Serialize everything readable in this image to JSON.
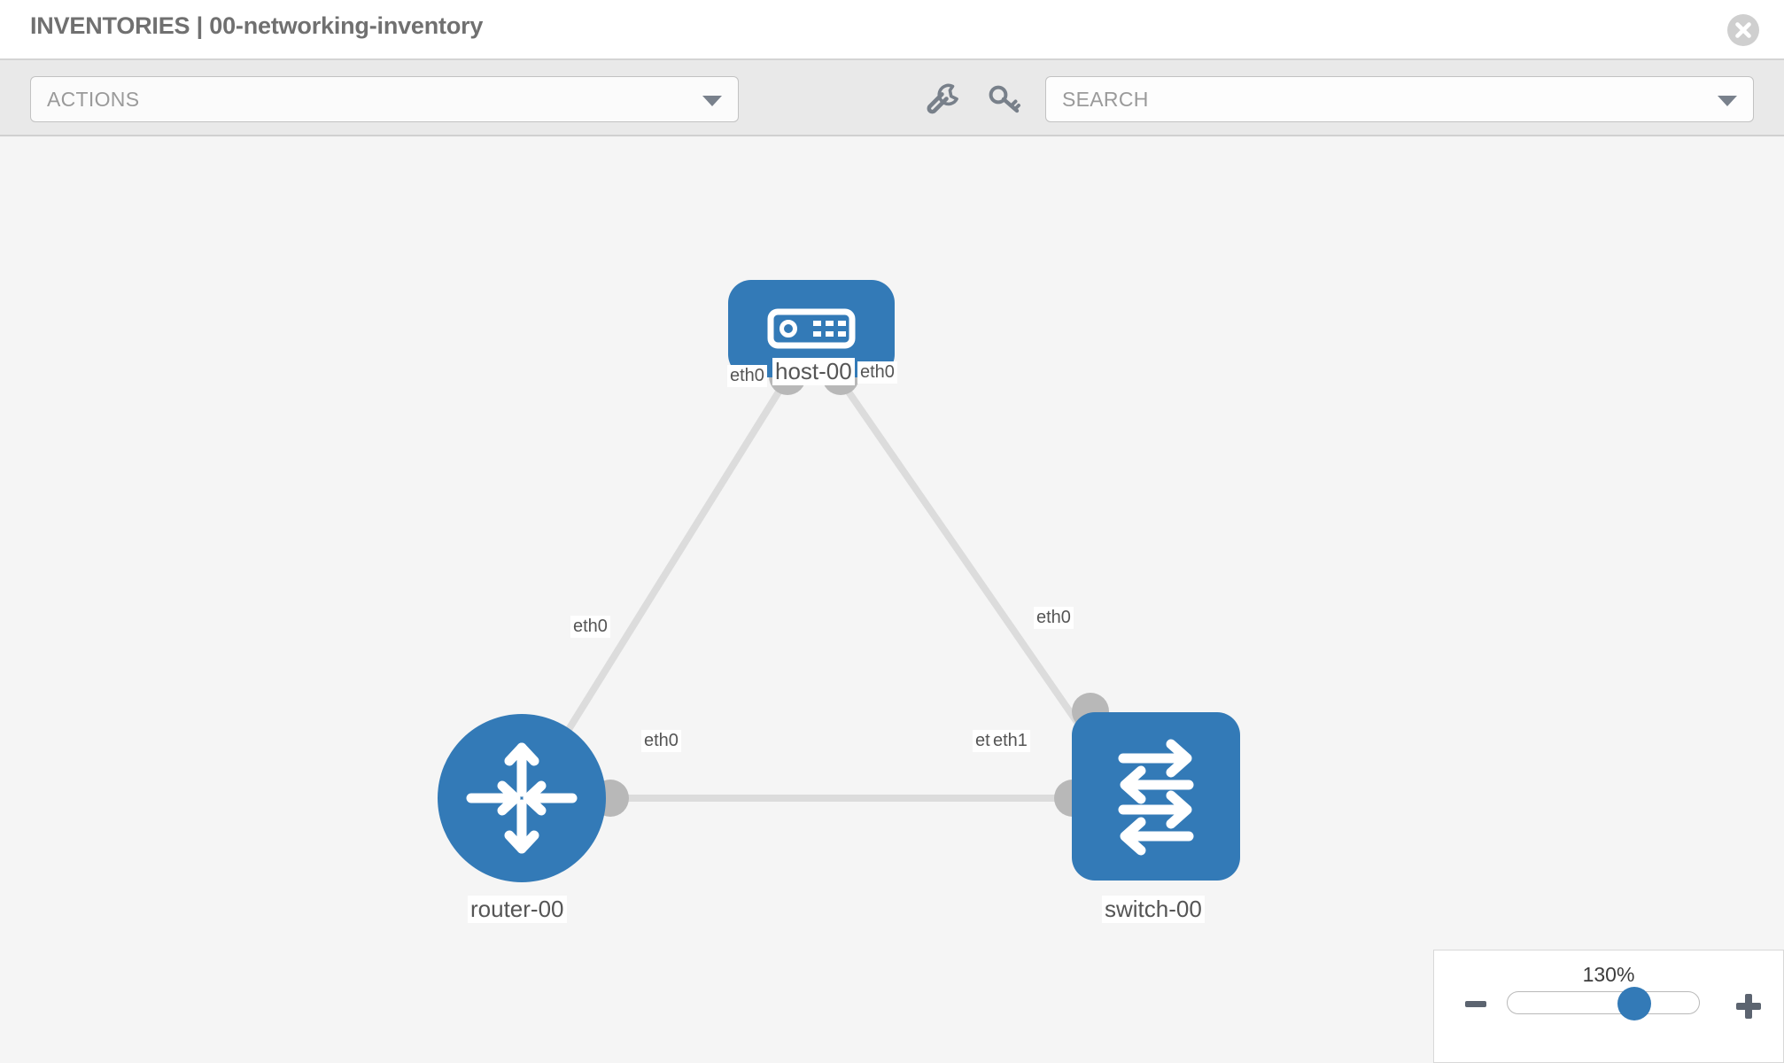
{
  "header": {
    "title": "INVENTORIES | 00-networking-inventory",
    "close_icon": "close-circle-icon"
  },
  "toolbar": {
    "actions_label": "ACTIONS",
    "actions_caret_icon": "chevron-down-icon",
    "wrench_icon": "wrench-icon",
    "key_icon": "key-icon",
    "search_placeholder": "SEARCH",
    "search_caret_icon": "chevron-down-icon"
  },
  "topology": {
    "accent_color": "#337ab7",
    "port_color": "#b8b8b8",
    "edge_color": "#dcdcdc",
    "nodes": [
      {
        "id": "host-00",
        "label": "host-00",
        "icon": "server-icon"
      },
      {
        "id": "router-00",
        "label": "router-00",
        "icon": "router-icon"
      },
      {
        "id": "switch-00",
        "label": "switch-00",
        "icon": "switch-icon"
      }
    ],
    "edge_labels": {
      "host_left": "eth0",
      "host_right": "eth0",
      "router_up": "eth0",
      "switch_up": "eth0",
      "router_right": "eth0",
      "switch_left_a": "eth0",
      "switch_left_b": "eth1"
    }
  },
  "zoom": {
    "level": "130%",
    "minus_icon": "minus-icon",
    "plus_icon": "plus-icon",
    "thumb_position_percent": 60
  }
}
